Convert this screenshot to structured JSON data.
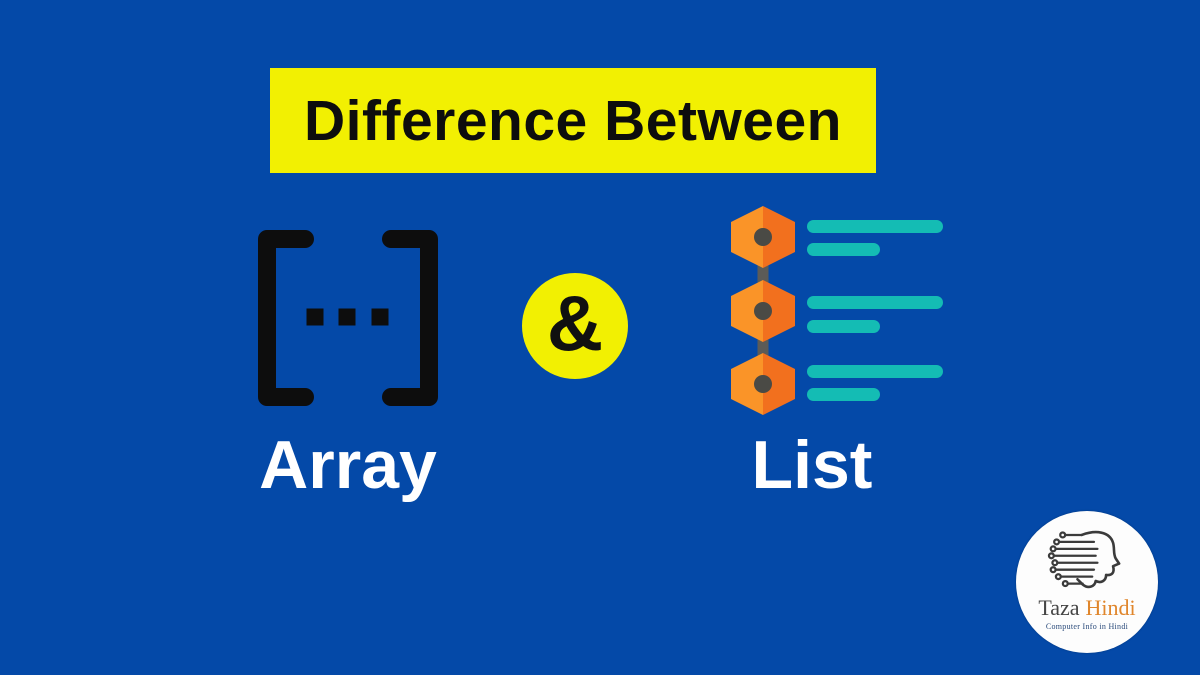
{
  "banner": {
    "title": "Difference Between"
  },
  "items": [
    {
      "label": "Array",
      "icon": "array-brackets-icon"
    },
    {
      "label": "List",
      "icon": "hexagon-list-icon"
    }
  ],
  "separator": {
    "symbol": "&"
  },
  "logo": {
    "icon": "circuit-brain-icon",
    "name_primary": "Taza",
    "name_accent": "Hindi",
    "tagline": "Computer Info in Hindi"
  },
  "colors": {
    "background": "#0449a8",
    "banner_bg": "#f2f002",
    "banner_text": "#0d0d0d",
    "ampersand_bg": "#f2f002",
    "item_label": "#ffffff",
    "array_icon": "#0d0d0d",
    "list_bar": "#14bcb4",
    "hexagon_left": "#fa9428",
    "hexagon_right": "#f2701e",
    "hexagon_node": "#4a4a45",
    "hexagon_connector": "#5c5b57",
    "logo_bg": "#fdfdfd",
    "logo_outline": "#3b3b3b",
    "logo_name_primary": "#454545",
    "logo_name_accent": "#e0862c",
    "logo_tagline": "#2a4a7a"
  }
}
